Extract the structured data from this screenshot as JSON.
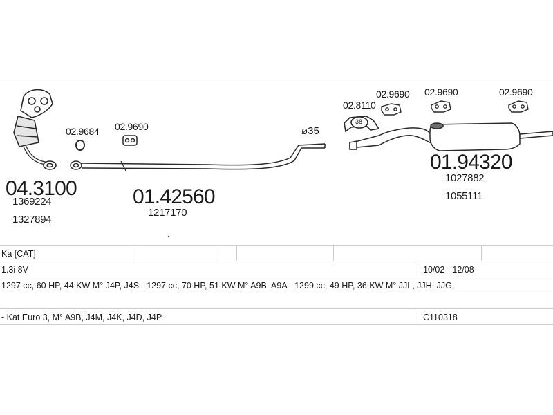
{
  "parts": {
    "catalyst": {
      "code": "04.3100",
      "refs": [
        "1369224",
        "1327894"
      ]
    },
    "ring_gasket": {
      "code": "02.9684"
    },
    "middle_hanger": {
      "code": "02.9690"
    },
    "middle_pipe": {
      "code": "01.42560",
      "refs": [
        "1217170"
      ]
    },
    "diameter": "ø35",
    "clamp": {
      "code": "02.8110",
      "size": "38"
    },
    "rear_hanger_1": {
      "code": "02.9690"
    },
    "rear_hanger_2": {
      "code": "02.9690"
    },
    "rear_hanger_3": {
      "code": "02.9690"
    },
    "rear_silencer": {
      "code": "01.94320",
      "refs": [
        "1027882",
        "1055111"
      ]
    }
  },
  "info": {
    "model": "Ka  [CAT]",
    "engine": "1.3i  8V",
    "years": "10/02 - 12/08",
    "specs": "1297 cc, 60 HP, 44 KW M° J4P, J4S - 1297 cc, 70 HP, 51 KW M° A9B, A9A - 1299 cc, 49 HP, 36 KW M° JJL, JJH, JJG,",
    "notes": "- Kat Euro 3, M° A9B, J4M, J4K, J4D, J4P",
    "code": "C110318"
  },
  "colors": {
    "line": "#2a2a2a",
    "fill": "#ffffff",
    "shade": "#8a8a8a",
    "rule": "#cfcfcf"
  }
}
